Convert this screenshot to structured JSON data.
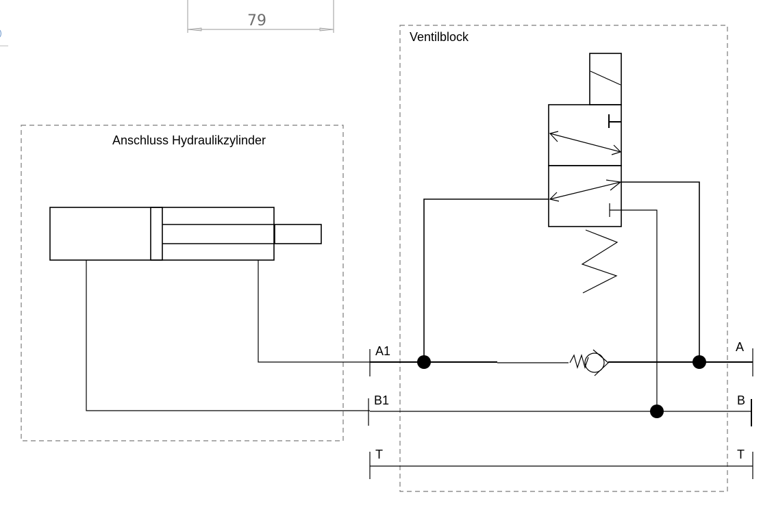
{
  "drawing": {
    "dimension": {
      "value": "79"
    },
    "groups": {
      "cylinder_connection": {
        "title": "Anschluss Hydraulikzylinder"
      },
      "valve_block": {
        "title": "Ventilblock"
      }
    },
    "ports": {
      "a1": "A1",
      "b1": "B1",
      "t_left": "T",
      "a": "A",
      "b": "B",
      "t_right": "T"
    },
    "components": [
      {
        "id": "cylinder",
        "name": "double-acting hydraulic cylinder"
      },
      {
        "id": "valve",
        "name": "solenoid directional valve 2-position with spring return"
      },
      {
        "id": "check-valve",
        "name": "spring-loaded check valve"
      }
    ],
    "colors": {
      "line": "#000000",
      "boundary": "#7a7a7a",
      "dimension": "#6e6e6e"
    }
  }
}
